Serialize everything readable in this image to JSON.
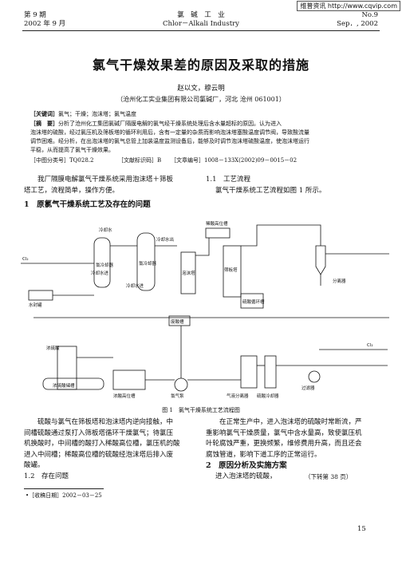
{
  "watermark": "维普资讯 http://www.cqvip.com",
  "header": {
    "issue": "第 9 期",
    "date_cn": "2002 年 9 月",
    "journal_cn": "氯　碱　工　业",
    "journal_en": "Chlor－Alkali Industry",
    "issue_en": "No.9",
    "date_en": "Sep．, 2002"
  },
  "title": "氯气干燥效果差的原因及采取的措施",
  "authors": "赵以文，穆云明",
  "affiliation": "（沧州化工实业集团有限公司氯碱厂，河北 沧州 061001）",
  "keywords_label": "［关键词］",
  "keywords": "氯气；干燥；泡沫塔；氯气温度",
  "abstract_label": "［摘　要］",
  "abstract_lines": [
    "分析了沧州化工集团氯碱厂隔膜电解的氯气经干燥系统处理后含水量超标的原因。认为进入",
    "泡沫塔的硫酸，经过氯压机及筛板塔的循环利用后，含有一定量的杂质而影响泡沫塔塞酸温度调节阀，导致酸流量",
    "调节困难。经分析，在出泡沫塔的氯气总管上加装温度监测设备后，能够及时调节泡沫塔硫酸温度，使泡沫塔运行",
    "平稳，从而提高了氯气干燥效果。"
  ],
  "class_no": "［中图分类号］TQ028.2",
  "doc_code": "［文献标识码］B",
  "article_no": "［文章编号］1008－133X(2002)09－0015－02",
  "intro_lines": [
    "我厂隔膜电解氯气干燥系统采用泡沫塔＋筛板",
    "塔工艺，流程简单，操作方便。"
  ],
  "sec1_heading": "1　原氯气干燥系统工艺及存在的问题",
  "sec11_heading": "1.1　工艺流程",
  "sec11_text": "氯气干燥系统工艺流程如图 1 所示。",
  "figure": {
    "caption": "图 1　氯气干燥系统工艺流程图",
    "labels": {
      "cold_water": "冷却水",
      "water_out_right": "冷却水出",
      "cl2_in": "Cl₂",
      "cooler1": "冷却水进",
      "cooler1_name": "氯冷却器",
      "cooler2_name": "氯冷却器",
      "cooler2_in": "冷却水进",
      "high_tank": "稀酸高位槽",
      "foam_tower": "泡沫塔",
      "sieve_tower": "筛板塔",
      "waste_tank": "废酸槽",
      "acid_pump": "硫酸循环槽",
      "separator": "分离器",
      "water_seal": "水封罐",
      "conc_acid_tank": "浓硫酸储槽",
      "conc_high_tank": "浓酸高位槽",
      "compressor": "氯气泵",
      "gas_sep": "气液分离器",
      "acid_cooler": "硫酸冷却器",
      "cl2_out": "Cl₂",
      "filter": "过滤器",
      "seal_pot": "浓硫酸"
    }
  },
  "left_bottom_lines": [
    "硫酸与氯气在筛板塔和泡沫塔内逆向接触，中",
    "间槽硫酸通过泵打入筛板塔循环干燥氯气；待氯压",
    "机换酸时，中间槽的酸打入稀酸高位槽，氯压机的酸",
    "进入中间槽；稀酸高位槽的硫酸经泡沫塔后排入废",
    "酸罐。"
  ],
  "sec12_heading": "1.2　存在问题",
  "right_bottom_lines": [
    "在正常生产中，进入泡沫塔的硫酸时常断流，严",
    "重影响氯气干燥质量，氯气中含水量高，致使氯压机",
    "叶轮腐蚀严重，更换频繁，维修费用升高，而且还会",
    "腐蚀管道，影响下道工序的正常运行。"
  ],
  "sec2_heading": "2　原因分析及实施方案",
  "sec2_text": "进入泡沫塔的硫酸，",
  "continued": "（下转第 38 页）",
  "footnote": "•［收稿日期］2002－03－25",
  "page_number": "15"
}
